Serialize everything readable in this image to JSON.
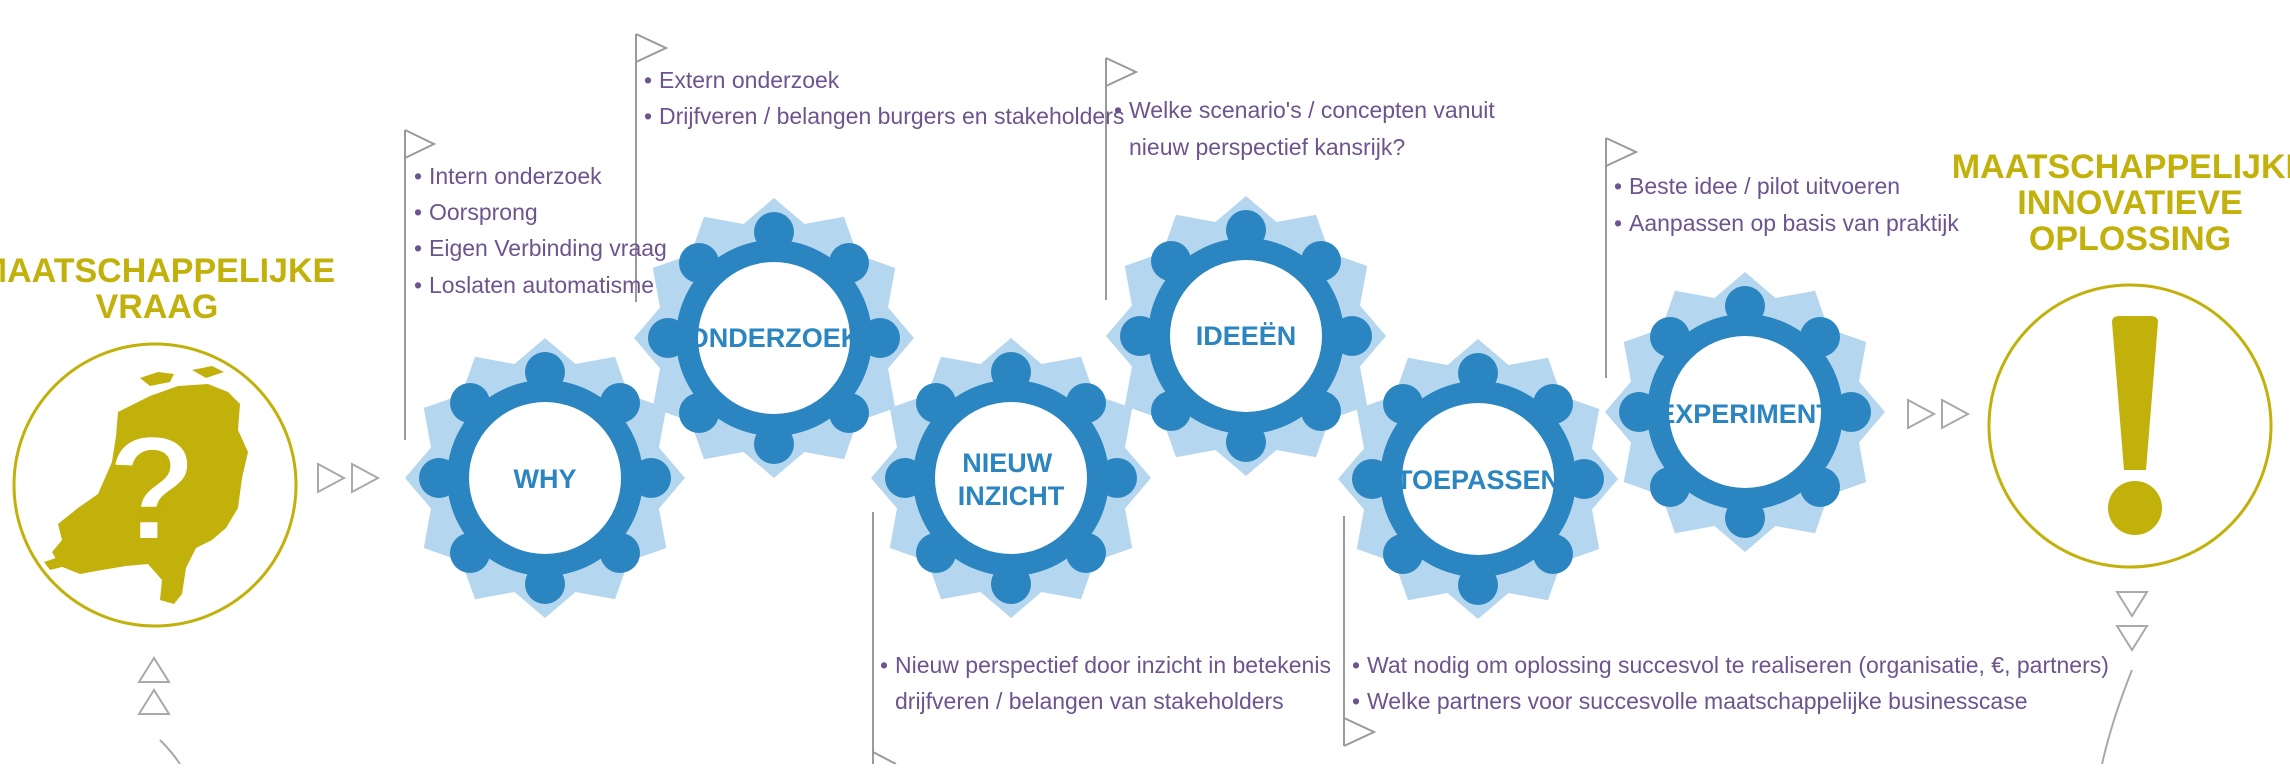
{
  "colors": {
    "yellow": "#c2b00b",
    "gear_dark": "#2a85c0",
    "gear_light": "#b5d6ef",
    "note_text": "#6c548e",
    "line": "#9a9a9a"
  },
  "left_circle": {
    "title_lines": [
      "MAATSCHAPPELIJKE",
      "VRAAG"
    ],
    "icon": "netherlands-map-question-icon"
  },
  "right_circle": {
    "title_lines": [
      "MAATSCHAPPELIJKE",
      "INNOVATIEVE",
      "OPLOSSING"
    ],
    "icon": "exclamation-icon"
  },
  "gears": [
    {
      "label_lines": [
        "WHY"
      ]
    },
    {
      "label_lines": [
        "ONDERZOEK"
      ]
    },
    {
      "label_lines": [
        "NIEUW",
        "INZICHT"
      ]
    },
    {
      "label_lines": [
        "IDEEËN"
      ]
    },
    {
      "label_lines": [
        "TOEPASSEN"
      ]
    },
    {
      "label_lines": [
        "EXPERIMENT"
      ]
    }
  ],
  "notes": [
    {
      "bullets": [
        {
          "lines": [
            "Intern onderzoek"
          ]
        },
        {
          "lines": [
            "Oorsprong"
          ]
        },
        {
          "lines": [
            "Eigen Verbinding vraag"
          ]
        },
        {
          "lines": [
            "Loslaten automatisme"
          ]
        }
      ]
    },
    {
      "bullets": [
        {
          "lines": [
            "Extern onderzoek"
          ]
        },
        {
          "lines": [
            "Drijfveren / belangen burgers en stakeholders"
          ]
        }
      ]
    },
    {
      "bullets": [
        {
          "lines": [
            "Welke scenario's / concepten vanuit",
            "nieuw perspectief kansrijk?"
          ]
        }
      ]
    },
    {
      "bullets": [
        {
          "lines": [
            "Beste idee / pilot uitvoeren"
          ]
        },
        {
          "lines": [
            "Aanpassen op basis van praktijk"
          ]
        }
      ]
    },
    {
      "bullets": [
        {
          "lines": [
            "Nieuw perspectief door inzicht in betekenis",
            "drijfveren / belangen van stakeholders"
          ]
        }
      ]
    },
    {
      "bullets": [
        {
          "lines": [
            "Wat nodig om oplossing succesvol te realiseren (organisatie, €, partners)"
          ]
        },
        {
          "lines": [
            "Welke partners voor succesvolle maatschappelijke businesscase"
          ]
        }
      ]
    }
  ]
}
